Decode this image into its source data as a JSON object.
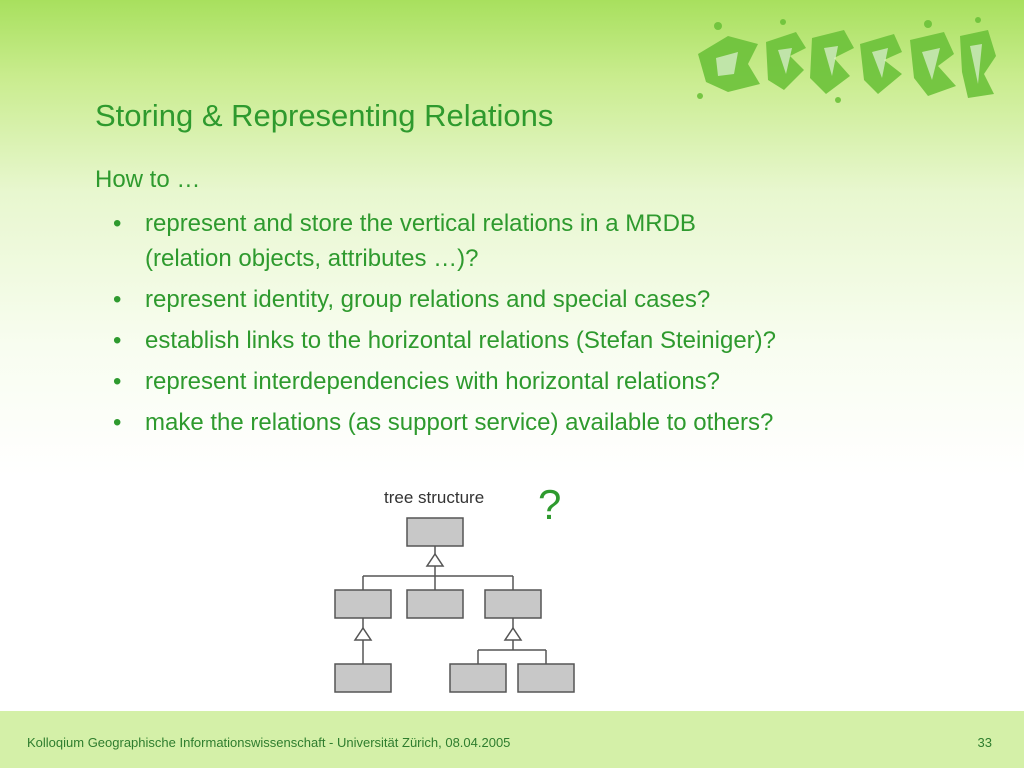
{
  "slide": {
    "title": "Storing & Representing Relations",
    "intro": "How to …",
    "bullets": [
      {
        "line1": "represent and store the vertical relations in a MRDB",
        "line2": "(relation objects, attributes …)?"
      },
      {
        "line1": "represent identity, group relations and special cases?"
      },
      {
        "line1": "establish links to the horizontal relations (Stefan Steiniger)?"
      },
      {
        "line1": "represent interdependencies with horizontal relations?"
      },
      {
        "line1": "make the relations (as support service) available to others?"
      }
    ],
    "bullet_symbol": "•"
  },
  "diagram": {
    "caption": "tree structure",
    "question_mark": "?"
  },
  "footer": {
    "text": "Kolloqium Geographische Informationswissenschaft - Universität Zürich, 08.04.2005",
    "page_number": "33"
  },
  "colors": {
    "accent": "#2e9a2e",
    "footer_bg": "#d4f0a8",
    "box_fill": "#c8c8c8"
  }
}
